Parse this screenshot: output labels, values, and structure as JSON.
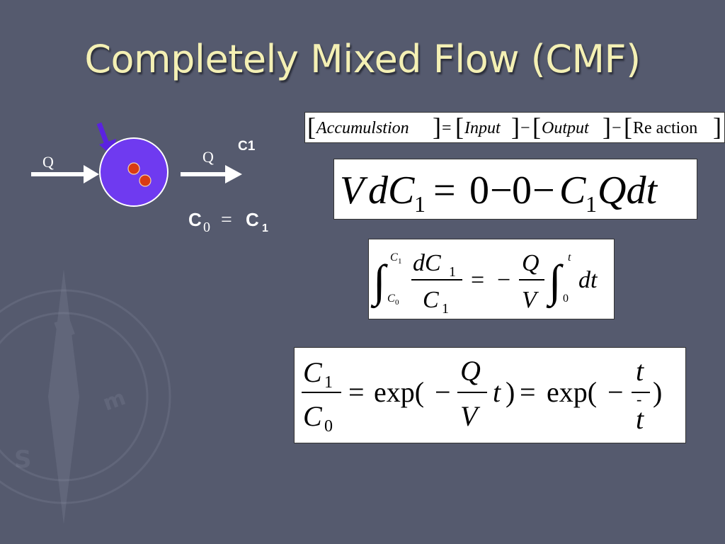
{
  "slide": {
    "title": "Completely Mixed Flow (CMF)"
  },
  "diagram": {
    "inflow_label": "Q",
    "outflow_label": "Q",
    "outflow_concentration": "C1",
    "equality": {
      "left_letter": "C",
      "left_subscript": "0",
      "operator": "=",
      "right_letter": "C",
      "right_subscript": "1"
    },
    "colors": {
      "reactor": "#6f3af0",
      "particle": "#d93b14",
      "arrow": "#ffffff",
      "injection_arrow": "#5b22e0"
    }
  },
  "equations": {
    "balance": {
      "terms": [
        "Accumulstion",
        "Input",
        "Output",
        "Re action"
      ],
      "operators": [
        "=",
        "−",
        "−"
      ]
    },
    "differential": {
      "lhs_var": "V",
      "lhs_d": "d",
      "lhs_C": "C",
      "lhs_sub": "1",
      "eq": "=",
      "zero1": "0",
      "minus1": "−",
      "zero2": "0",
      "minus2": "−",
      "rhs_C": "C",
      "rhs_sub": "1",
      "rhs_rest": "Qdt"
    },
    "integral": {
      "upper1_letter": "C",
      "upper1_sub": "1",
      "lower1_letter": "C",
      "lower1_sub": "0",
      "num1": "dC",
      "num1_sub": "1",
      "den1": "C",
      "den1_sub": "1",
      "eq": "=",
      "minus": "−",
      "num2": "Q",
      "den2": "V",
      "upper2": "t",
      "lower2": "0",
      "tail": "dt"
    },
    "solution": {
      "num1": "C",
      "num1_sub": "1",
      "den1": "C",
      "den1_sub": "0",
      "eq1": "=",
      "exp1": "exp(",
      "minus1": "−",
      "num2": "Q",
      "den2": "V",
      "t": "t",
      "close1": ")",
      "eq2": "=",
      "exp2": "exp(",
      "minus2": "−",
      "num3": "t",
      "den3": "t",
      "bar3": "-",
      "close2": ")"
    }
  }
}
